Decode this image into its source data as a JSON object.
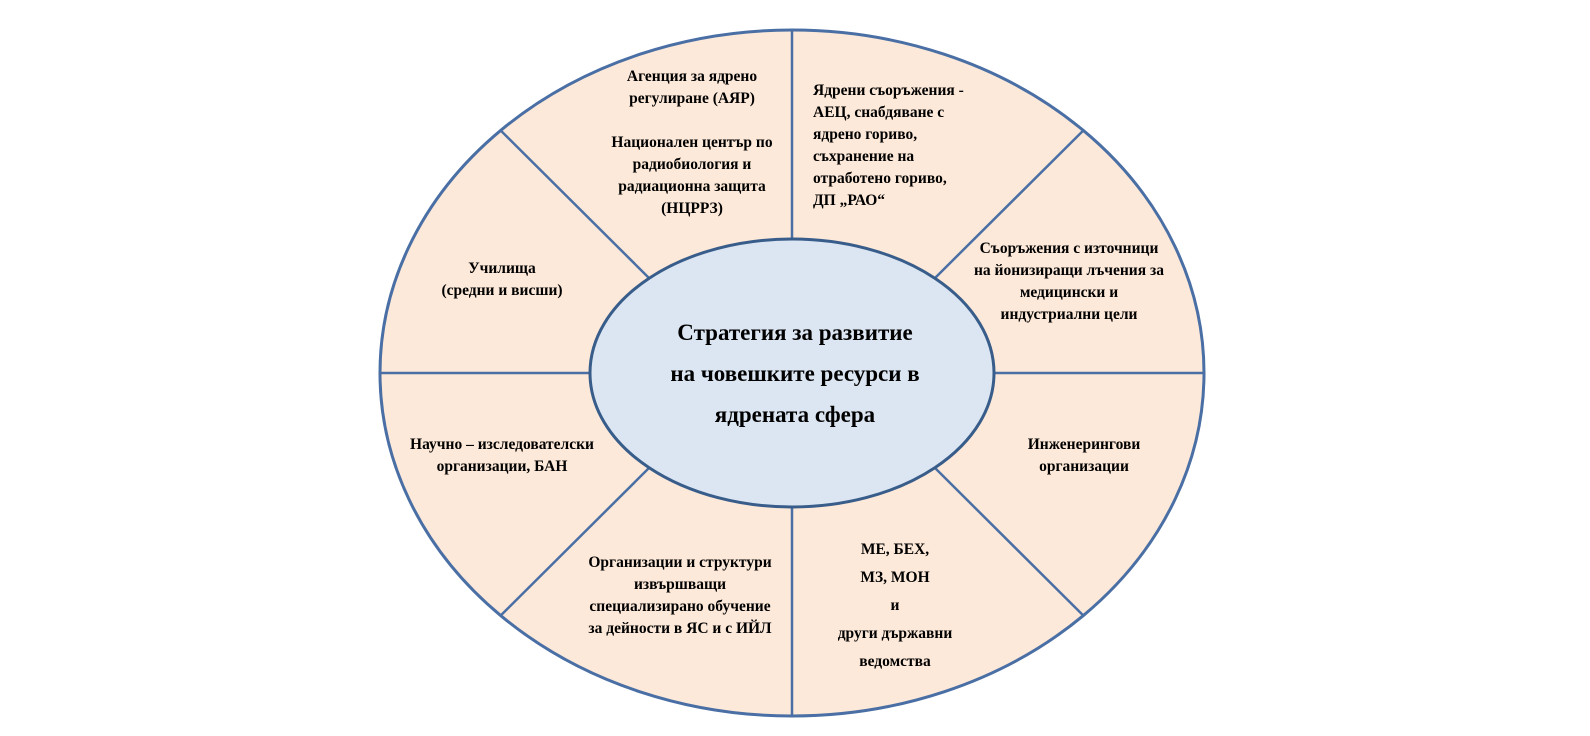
{
  "diagram": {
    "center_title": [
      "Стратегия за развитие",
      "на човешките ресурси в",
      "ядрената сфера"
    ],
    "sectors": {
      "top_left": {
        "lines_a": [
          "Агенция за ядрено",
          "регулиране (АЯР)"
        ],
        "lines_b": [
          "Национален център по",
          "радиобиология и",
          "радиационна защита",
          "(НЦРРЗ)"
        ]
      },
      "top_right": [
        "Ядрени съоръжения -",
        "АЕЦ, снабдяване с",
        "ядрено гориво,",
        "съхранение на",
        "отработено гориво,",
        "ДП „РАО“"
      ],
      "right_upper": [
        "Съоръжения с източници",
        "на йонизиращи лъчения за",
        "медицински и",
        "индустриални цели"
      ],
      "right_lower": [
        "Инженерингови",
        "организации"
      ],
      "bottom_right": [
        "МЕ,  БЕХ,",
        "МЗ, МОН",
        "и",
        "други държавни",
        "ведомства"
      ],
      "bottom_left": [
        "Организации и структури",
        "извършващи",
        "специализирано обучение",
        "за дейности в ЯС и с ИЙЛ"
      ],
      "left_lower": [
        "Научно – изследователски",
        "организации, БАН"
      ],
      "left_upper": [
        "Училища",
        "(средни и висши)"
      ]
    },
    "colors": {
      "outer_fill": "#fde9d9",
      "inner_fill": "#dce6f2",
      "stroke": "#4a6fa5",
      "inner_stroke": "#385d8a"
    }
  }
}
